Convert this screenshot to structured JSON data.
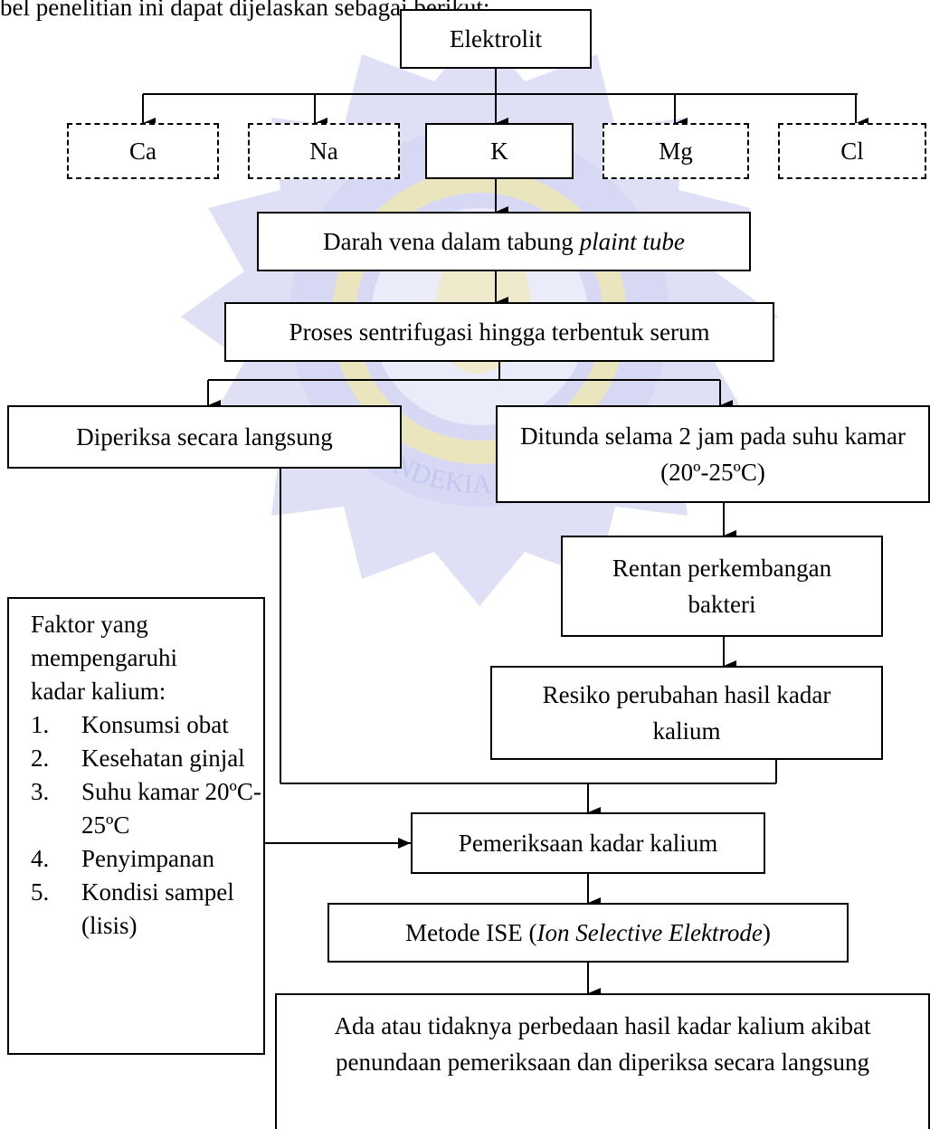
{
  "top_fragment": "bel penelitian ini dapat dijelaskan sebagai berikut:",
  "nodes": {
    "elektrolit": "Elektrolit",
    "ca": "Ca",
    "na": "Na",
    "k": "K",
    "mg": "Mg",
    "cl": "Cl",
    "darah_plain": "Darah vena dalam tabung ",
    "darah_italic": "plaint tube",
    "sentrifugasi": "Proses sentrifugasi hingga terbentuk serum",
    "langsung": "Diperiksa secara langsung",
    "ditunda": "Ditunda selama 2 jam pada suhu kamar (20º-25ºC)",
    "rentan": "Rentan perkembangan bakteri",
    "resiko": "Resiko perubahan hasil kadar kalium",
    "pemeriksaan": "Pemeriksaan kadar kalium",
    "ise_plain_a": "Metode ISE (",
    "ise_italic": "Ion Selective Elektrode",
    "ise_plain_b": ")",
    "hasil": "Ada atau tidaknya perbedaan hasil kadar kalium akibat penundaan pemeriksaan dan diperiksa secara langsung"
  },
  "factors": {
    "heading": "Faktor yang mempengaruhi kadar kalium:",
    "items": [
      {
        "num": "1.",
        "text": "Konsumsi obat"
      },
      {
        "num": "2.",
        "text": "Kesehatan ginjal"
      },
      {
        "num": "3.",
        "text": "Suhu kamar 20ºC-25ºC"
      },
      {
        "num": "4.",
        "text": "Penyimpanan"
      },
      {
        "num": "5.",
        "text": "Kondisi sampel (lisis)"
      }
    ]
  },
  "watermark_text": "CENDEKIA MEDIKA",
  "colors": {
    "watermark_blue": "#c4c6ef",
    "watermark_yellow": "#f3eaa6",
    "line": "#000000"
  }
}
